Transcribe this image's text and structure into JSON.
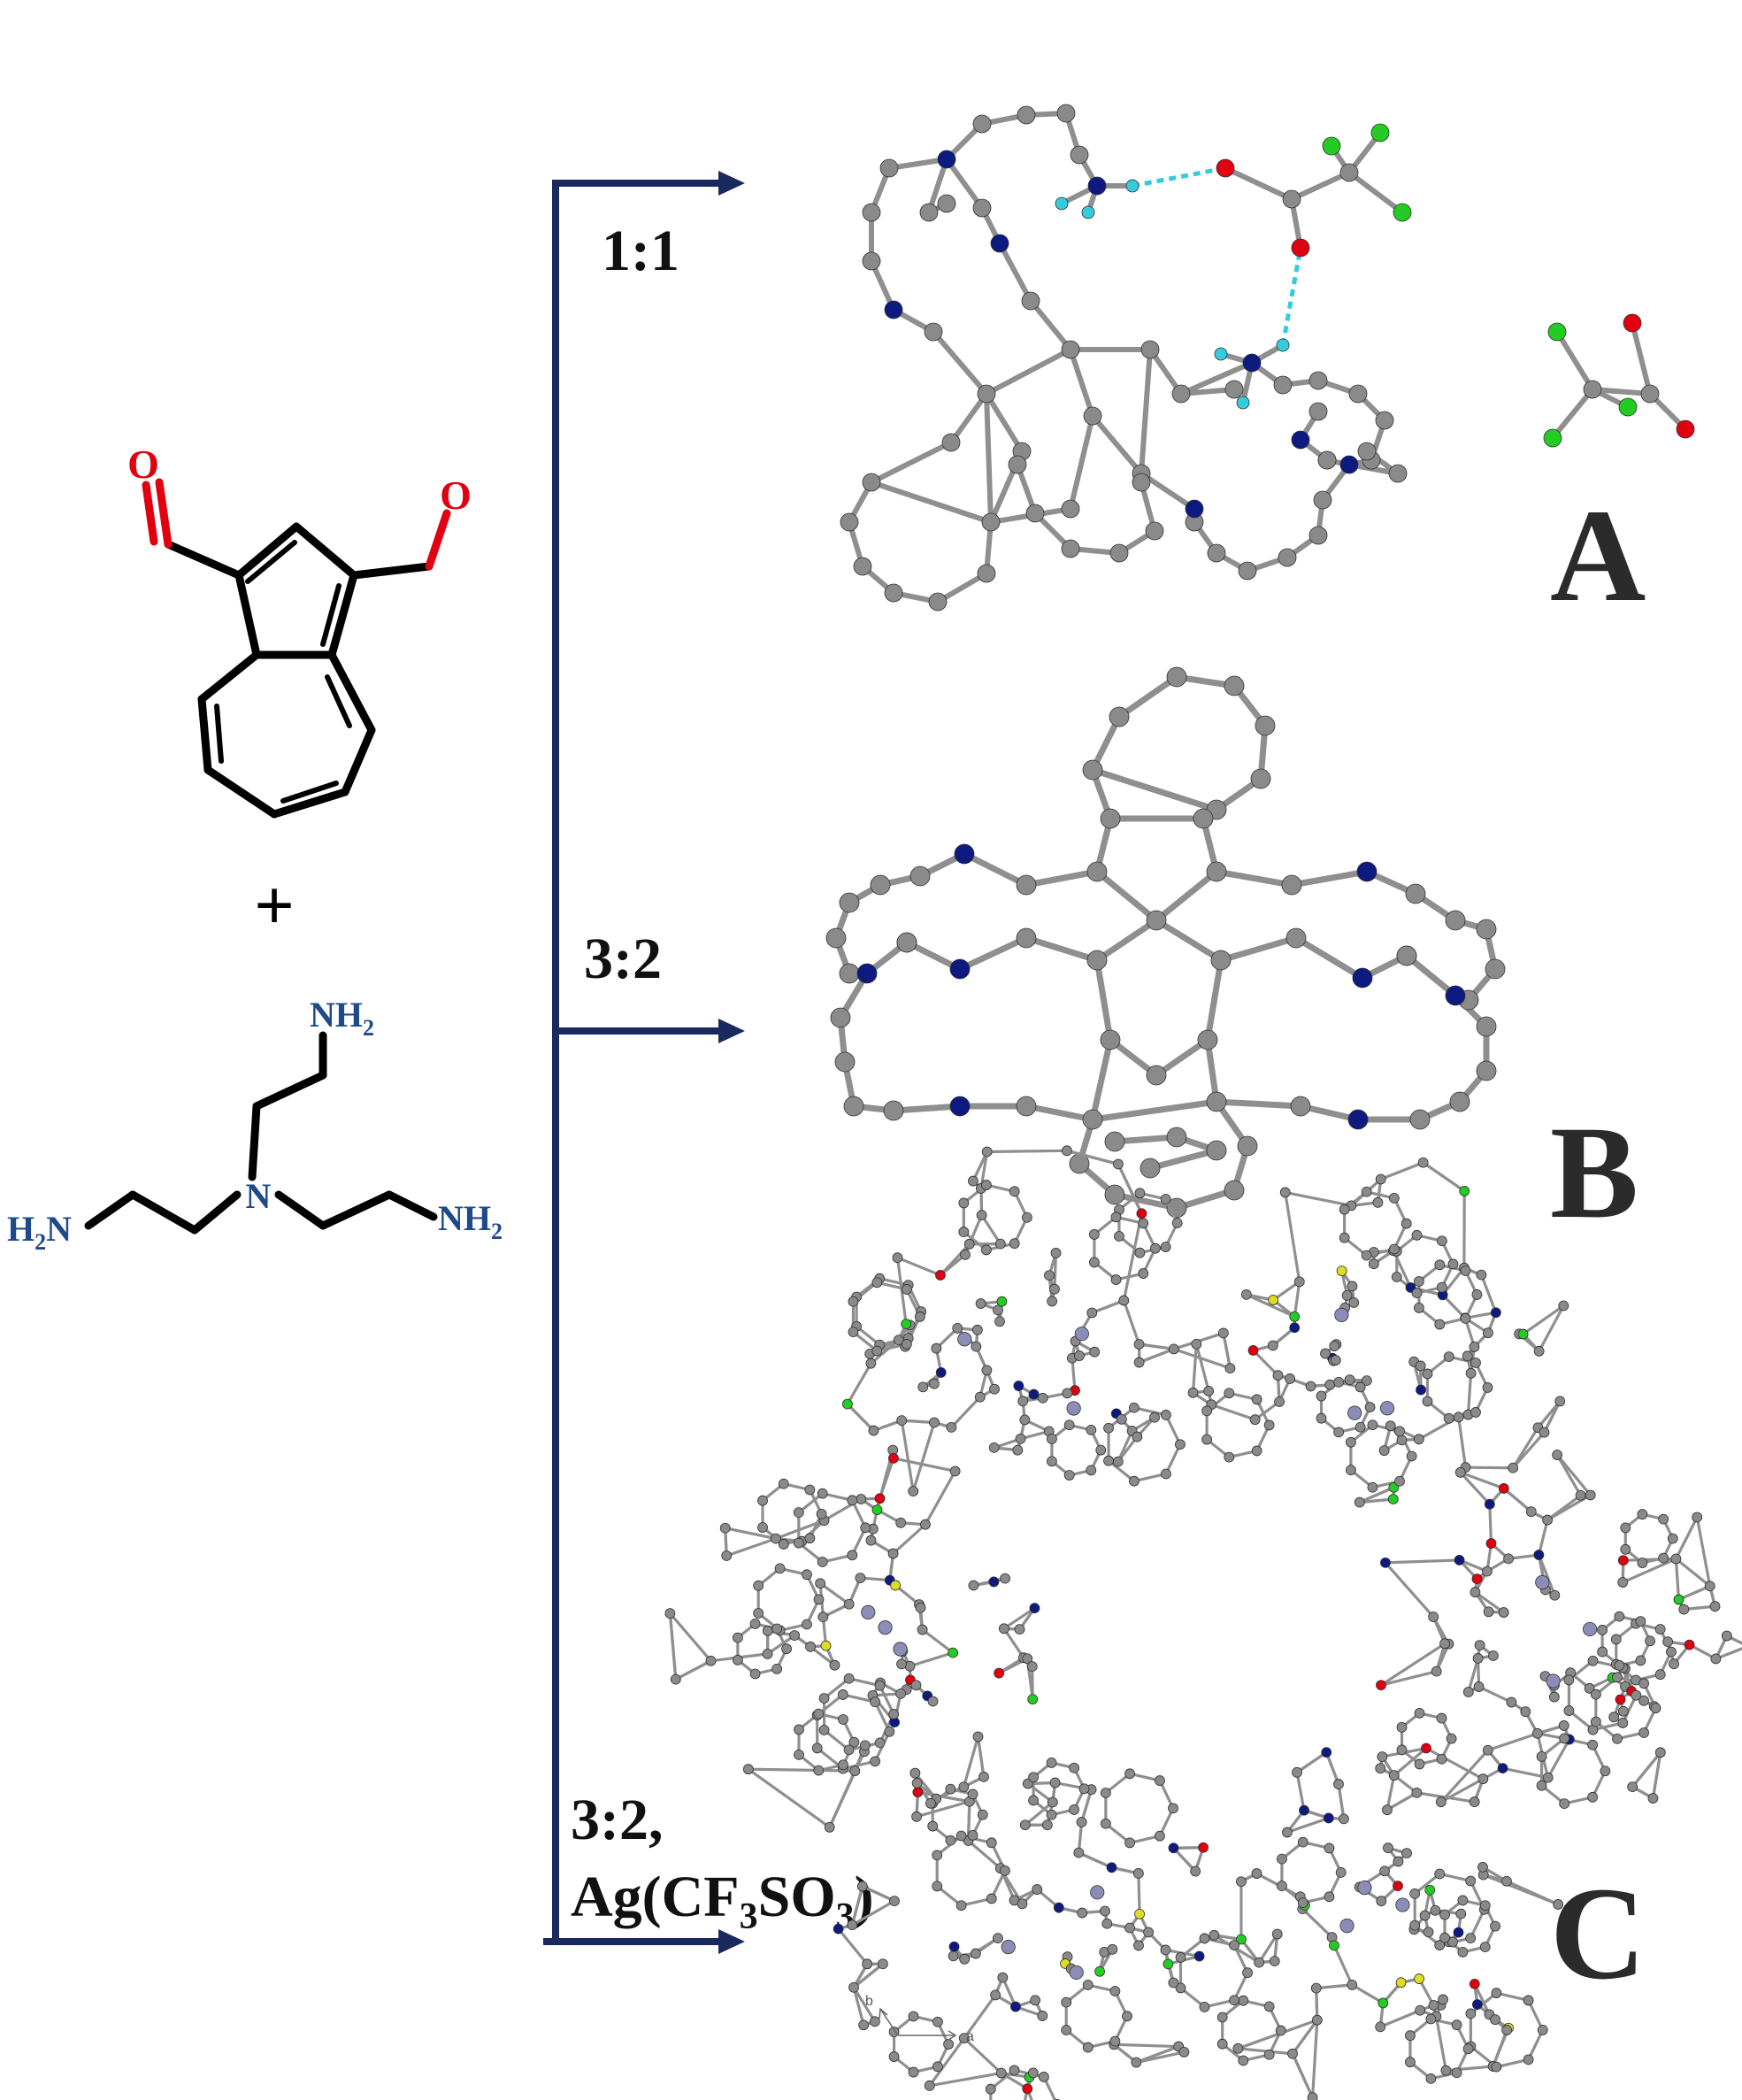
{
  "reactants": {
    "aldehyde": {
      "o1": "O",
      "o2": "O"
    },
    "plus": "+",
    "amine": {
      "nh2_top": "NH",
      "nh2_right": "NH",
      "h2n_left_h": "H",
      "h2n_left_n": "N",
      "central_n": "N",
      "sub": "2"
    }
  },
  "conditions": {
    "a": "1:1",
    "b": "3:2",
    "c_line1": "3:2,",
    "c_line2_prefix": "Ag(CF",
    "c_sub1": "3",
    "c_mid": "SO",
    "c_sub2": "3",
    "c_suffix": ")"
  },
  "panels": {
    "a": "A",
    "b": "B",
    "c": "C"
  },
  "axes_c": {
    "b": "b",
    "a": "a"
  },
  "colors": {
    "arrow": "#1a2a5e",
    "carbon": "#8a8a8a",
    "nitrogen": "#0d1a80",
    "oxygen": "#e00010",
    "fluorine": "#22cc22",
    "hydrogen": "#33ccdd",
    "sulfur": "#dddd22",
    "silver": "#8c8cb8",
    "amine_label": "#1e4a8c"
  }
}
